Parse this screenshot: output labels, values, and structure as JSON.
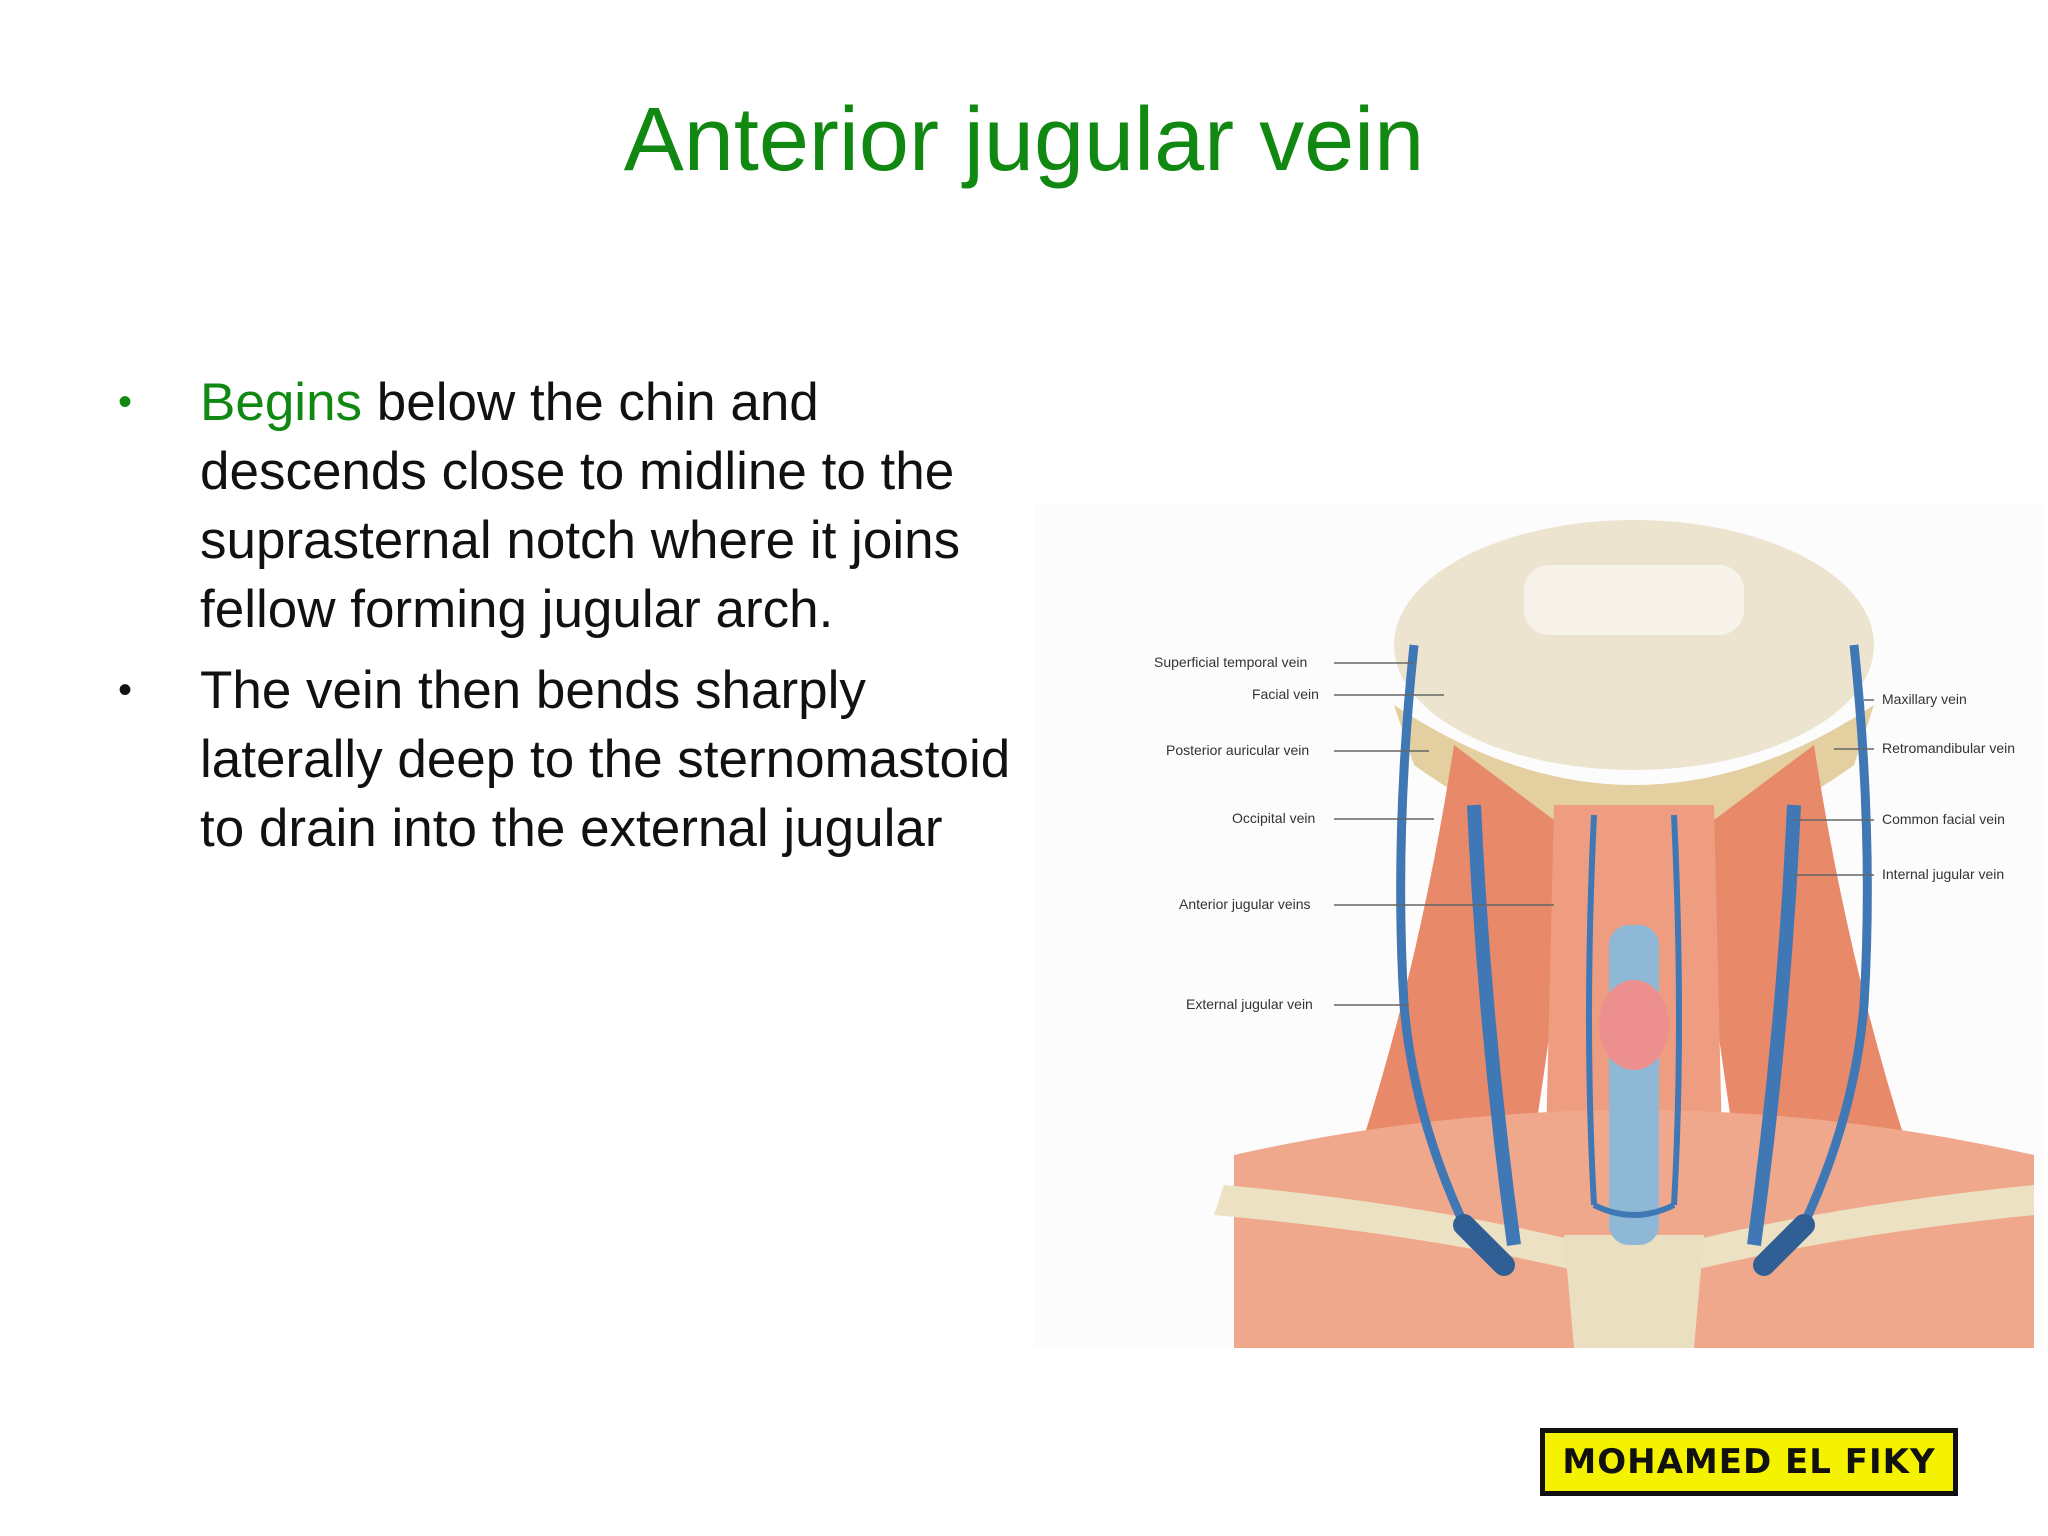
{
  "slide": {
    "title": "Anterior jugular vein",
    "bullets": [
      {
        "marker": "•",
        "highlight": "Begins",
        "line1_rest": " below the chin and",
        "line2": "descends close to midline to the",
        "line3": "suprasternal notch where it joins",
        "line4": "fellow forming jugular arch."
      },
      {
        "marker": "•",
        "line1": " The vein then bends sharply",
        "line2": "laterally deep to the sternomastoid",
        "line3": "to drain into the external jugular"
      }
    ]
  },
  "figure": {
    "labels_left": [
      "Superficial temporal vein",
      "Facial vein",
      "Posterior auricular vein",
      "Occipital vein",
      "Anterior jugular veins",
      "External jugular vein"
    ],
    "labels_right": [
      "Maxillary vein",
      "Retromandibular vein",
      "Common facial vein",
      "Internal jugular vein"
    ]
  },
  "badge": {
    "text": "MOHAMED EL FIKY"
  },
  "colors": {
    "title": "#118811",
    "highlight": "#118811",
    "body_text": "#111111",
    "badge_bg": "#f5f200",
    "vein": "#3f78b5",
    "muscle": "#e88a6c",
    "bone": "#e8d8b0"
  }
}
